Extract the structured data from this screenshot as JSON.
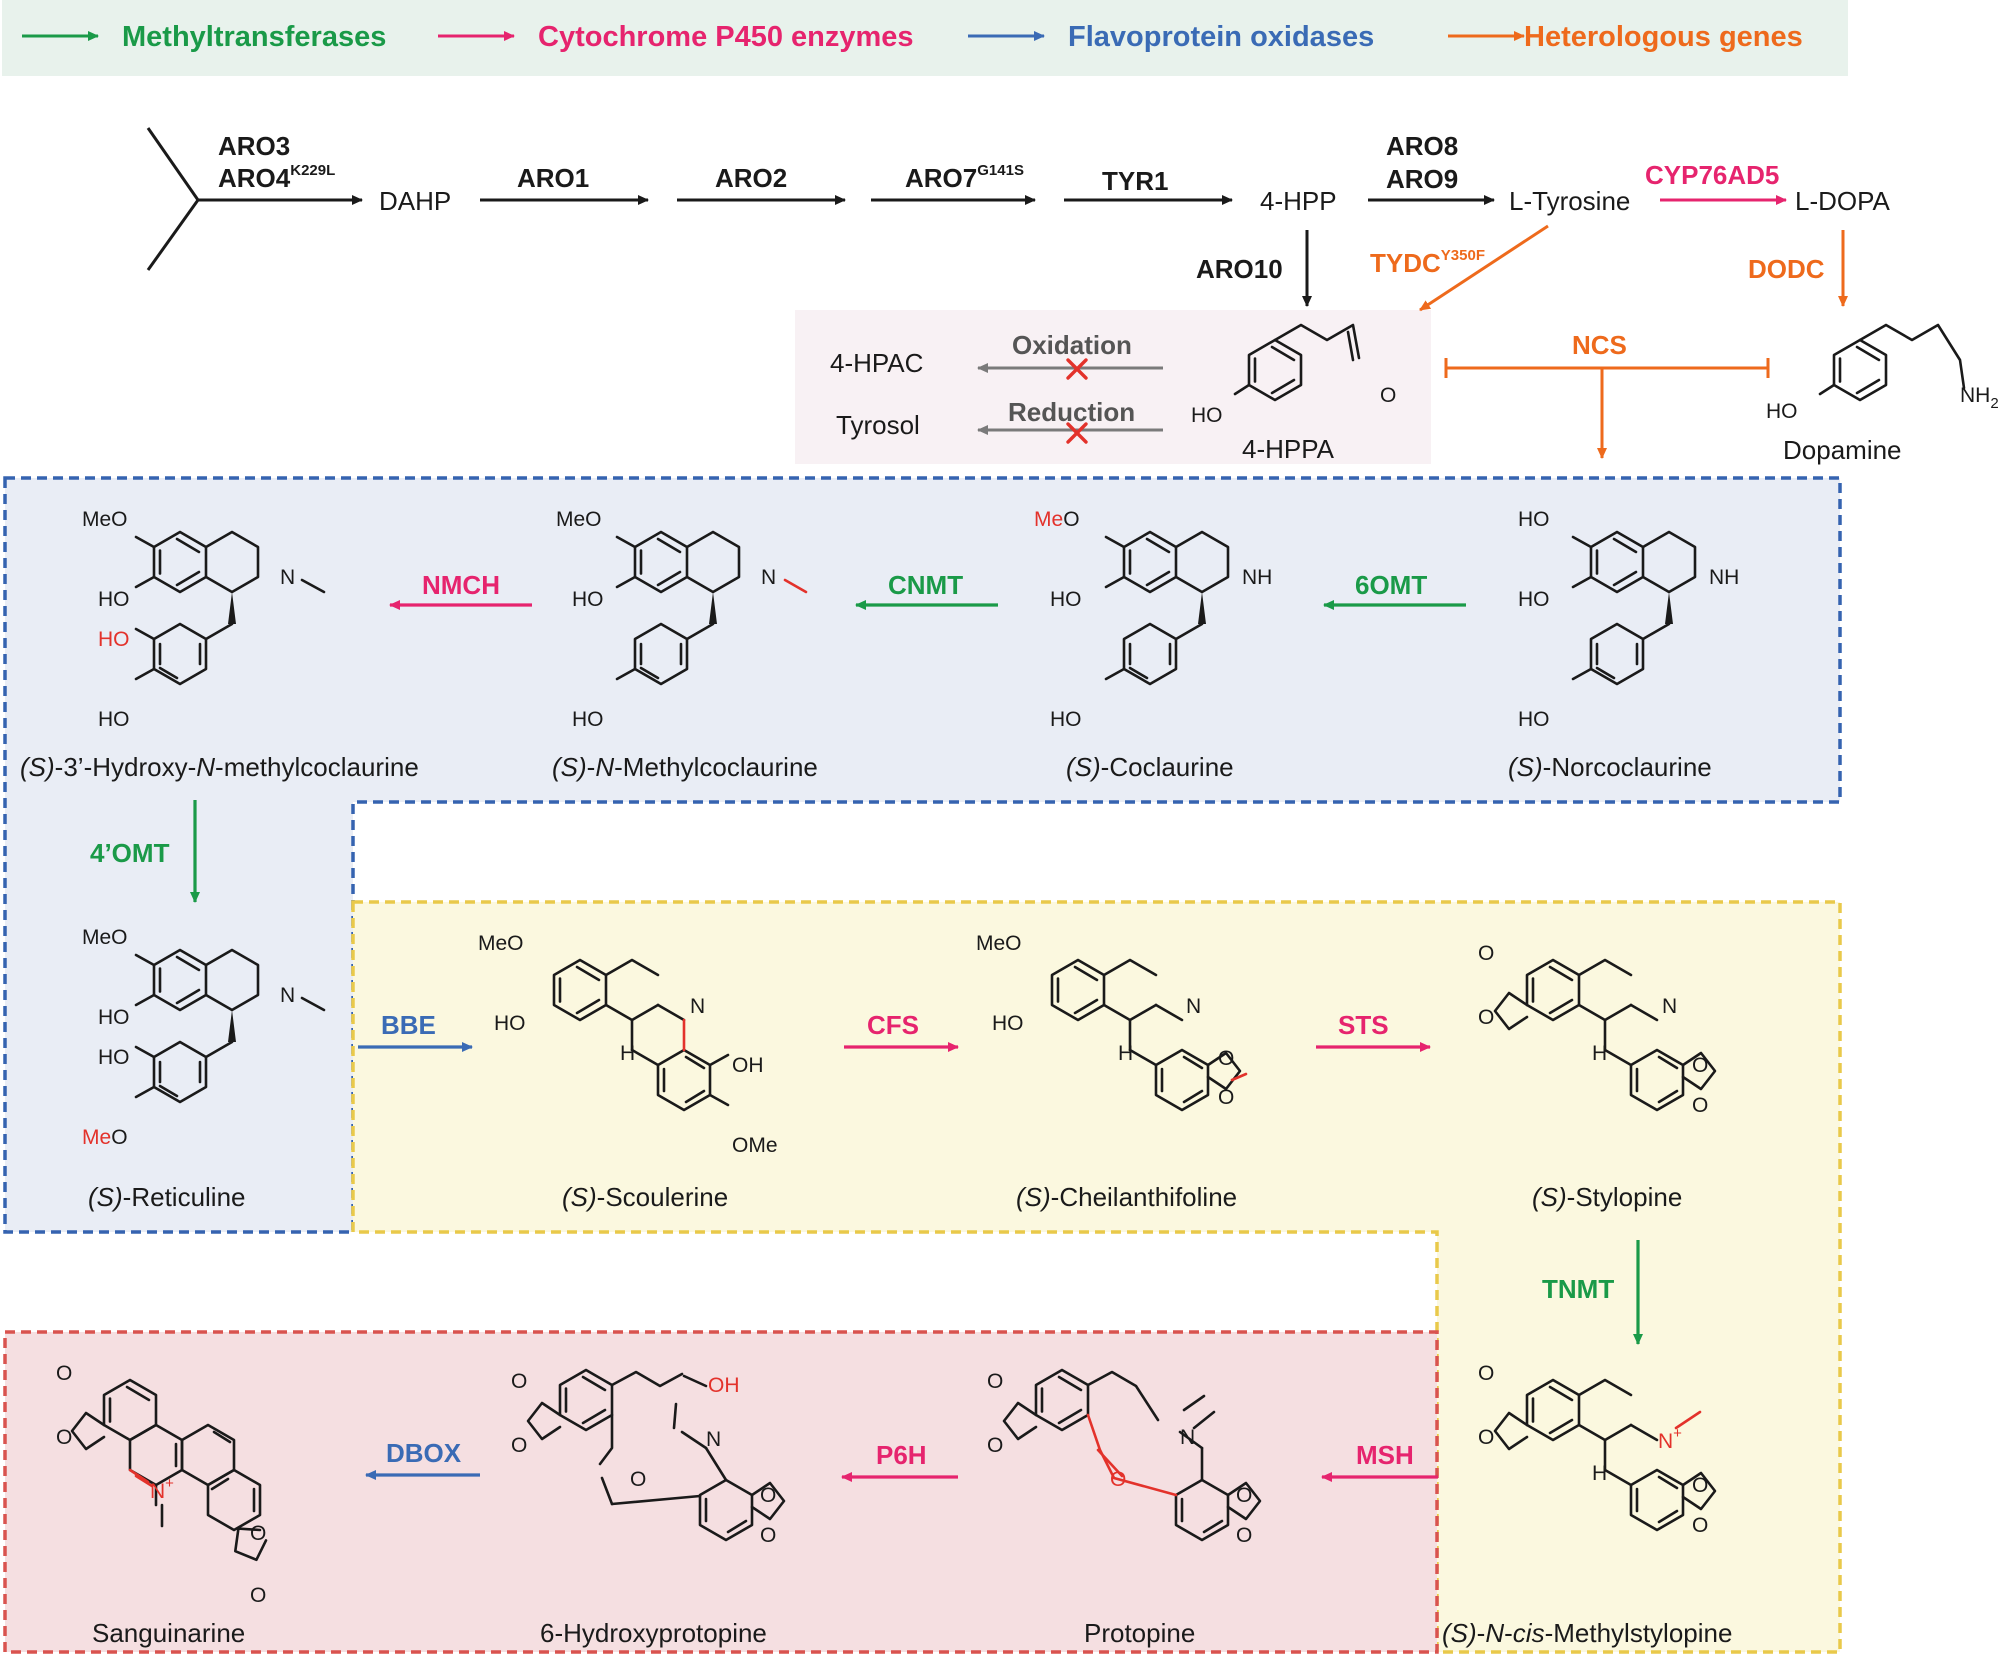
{
  "colors": {
    "methyltransferase": "#1a9a48",
    "p450": "#e6246e",
    "flavoprotein": "#3a6bb5",
    "heterologous": "#ee6a1c",
    "native": "#1a1a1a",
    "blocked": "#7a7a7a",
    "legend_bg": "#e8f2ec",
    "box_blue_bg": "#e9edf5",
    "box_blue_border": "#3563b0",
    "box_yellow_bg": "#fbf8df",
    "box_yellow_border": "#e9c94a",
    "box_red_bg": "#f5dfe1",
    "box_red_border": "#d9534f",
    "box_pink_bg": "#f8f1f4",
    "highlight_atom": "#e3322b"
  },
  "legend": [
    {
      "label": "Methyltransferases",
      "color": "#1a9a48"
    },
    {
      "label": "Cytochrome P450 enzymes",
      "color": "#e6246e"
    },
    {
      "label": "Flavoprotein oxidases",
      "color": "#3a6bb5"
    },
    {
      "label": "Heterologous genes",
      "color": "#ee6a1c"
    }
  ],
  "enzymes": {
    "aro3": "ARO3",
    "aro4": "ARO4",
    "aro4_sup": "K229L",
    "aro1": "ARO1",
    "aro2": "ARO2",
    "aro7": "ARO7",
    "aro7_sup": "G141S",
    "tyr1": "TYR1",
    "aro8": "ARO8",
    "aro9": "ARO9",
    "cyp76ad5": "CYP76AD5",
    "aro10": "ARO10",
    "tydc": "TYDC",
    "tydc_sup": "Y350F",
    "dodc": "DODC",
    "oxidation": "Oxidation",
    "reduction": "Reduction",
    "ncs": "NCS",
    "omt6": "6OMT",
    "cnmt": "CNMT",
    "nmch": "NMCH",
    "omt4": "4’OMT",
    "bbe": "BBE",
    "cfs": "CFS",
    "sts": "STS",
    "tnmt": "TNMT",
    "msh": "MSH",
    "p6h": "P6H",
    "dbox": "DBOX"
  },
  "compounds": {
    "dahp": "DAHP",
    "hpp": "4-HPP",
    "ltyr": "L-Tyrosine",
    "ldopa": "L-DOPA",
    "hpac": "4-HPAC",
    "tyrosol": "Tyrosol",
    "hppa": "4-HPPA",
    "dopamine": "Dopamine",
    "norcoclaurine": "(S)-Norcoclaurine",
    "coclaurine": "(S)-Coclaurine",
    "nmethylcoclaurine": "(S)-N-Methylcoclaurine",
    "hydroxynmethylcoclaurine": "(S)-3’-Hydroxy-N-methylcoclaurine",
    "reticuline": "(S)-Reticuline",
    "scoulerine": "(S)-Scoulerine",
    "cheilanthifoline": "(S)-Cheilanthifoline",
    "stylopine": "(S)-Stylopine",
    "ncismethylstylopine": "(S)-N-cis-Methylstylopine",
    "protopine": "Protopine",
    "hydroxyprotopine": "6-Hydroxyprotopine",
    "sanguinarine": "Sanguinarine"
  },
  "atoms": {
    "ho": "HO",
    "meo": "MeO",
    "me": "Me",
    "o": "O",
    "oh": "OH",
    "ome": "OMe",
    "n": "N",
    "nh": "NH",
    "nh2": "NH",
    "nh2_sub": "2",
    "h": "H",
    "plus": "+"
  }
}
